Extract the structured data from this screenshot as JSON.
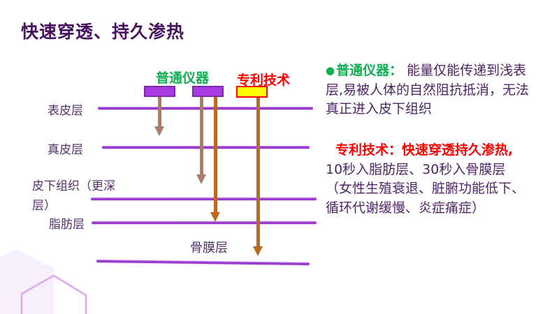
{
  "title": "快速穿透、持久渗热",
  "diagram": {
    "device_labels": {
      "ordinary": "普通仪器",
      "patent": "专利技术"
    },
    "layers": [
      {
        "label": "表皮层"
      },
      {
        "label": "真皮层"
      },
      {
        "label": "皮下组织（更深层）"
      },
      {
        "label": "脂肪层"
      },
      {
        "label": "骨膜层"
      }
    ]
  },
  "panel": {
    "ordinary": {
      "bullet": "●",
      "label": "普通仪器：",
      "lines": [
        "能量仅能传递到浅表",
        "层,易被人体的自然阻抗抵消，无法",
        "真正进入皮下组织"
      ]
    },
    "patent": {
      "heading": "专利技术：快速穿透持久渗热,",
      "lines": [
        "10秒入脂肪层、30秒入骨膜层",
        "（女性生殖衰退、脏腑功能低下、",
        "循环代谢缓慢、炎症痛症）"
      ]
    }
  },
  "colors": {
    "title_text": "#47125F",
    "body_text": "#4E2566",
    "green_accent": "#0FAE52",
    "red_accent": "#FF0000",
    "layer_line_purple": "#A13FD8",
    "device_purple_fill": "#A83BE4",
    "device_purple_border": "#7B2BA8",
    "device_yellow_fill": "#FFFF00",
    "arrow_tan": "#A97D6E",
    "arrow_orange": "#B96A1F"
  }
}
